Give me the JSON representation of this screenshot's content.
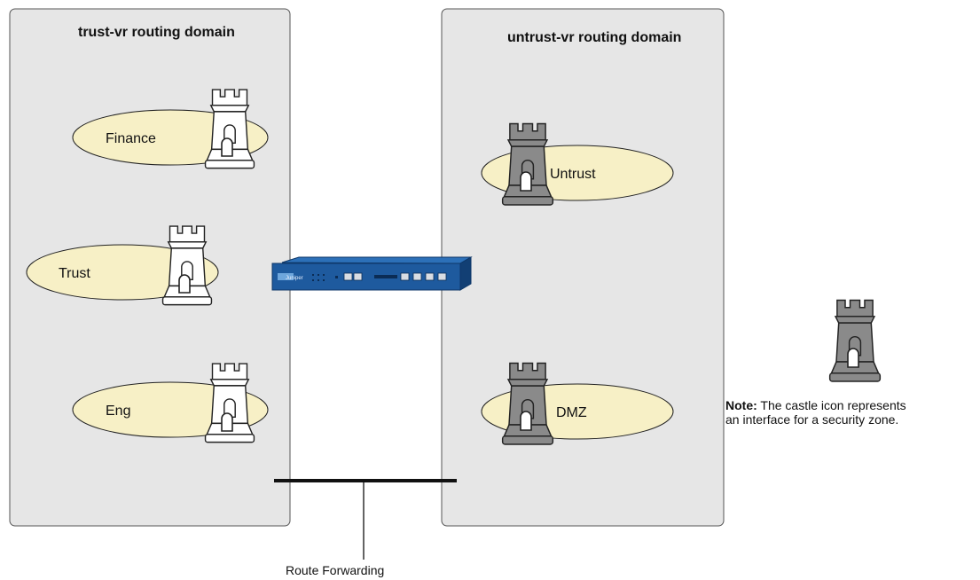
{
  "trust_domain": {
    "title": "trust-vr routing domain",
    "zones": [
      {
        "label": "Finance",
        "castle": "white-castle-icon"
      },
      {
        "label": "Trust",
        "castle": "white-castle-icon"
      },
      {
        "label": "Eng",
        "castle": "white-castle-icon"
      }
    ]
  },
  "untrust_domain": {
    "title": "untrust-vr routing domain",
    "zones": [
      {
        "label": "Untrust",
        "castle": "gray-castle-icon"
      },
      {
        "label": "DMZ",
        "castle": "gray-castle-icon"
      }
    ]
  },
  "device": {
    "brand": "Juniper",
    "icon": "security-appliance-icon"
  },
  "route_forwarding": {
    "label": "Route Forwarding"
  },
  "note": {
    "prefix": "Note:",
    "text": "The castle icon represents",
    "text2": "an interface for a security zone."
  },
  "colors": {
    "domain_fill": "#e6e6e6",
    "zone_fill": "#f7f0c6",
    "castle_white": "#ffffff",
    "castle_gray": "#8a8a8a",
    "device_blue": "#1e5a9e"
  }
}
